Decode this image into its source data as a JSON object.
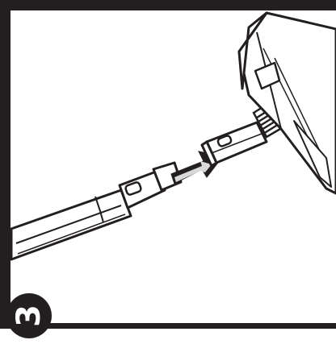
{
  "step": {
    "number": "3"
  },
  "colors": {
    "ink": "#231f20",
    "paper": "#ffffff",
    "shade": "#d9d9d9"
  },
  "illustration": {
    "parts": [
      "handle-tube",
      "coupling-connector",
      "insert-arrow",
      "floor-head",
      "neck-connector"
    ]
  }
}
